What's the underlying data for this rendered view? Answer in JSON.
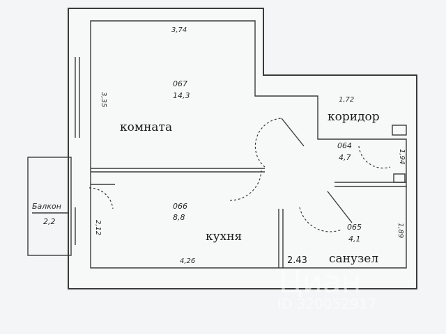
{
  "rooms": {
    "room": {
      "name": "комната",
      "code": "067",
      "area": "14,3"
    },
    "kitchen": {
      "name": "кухня",
      "code": "066",
      "area": "8,8"
    },
    "corridor": {
      "name": "коридор",
      "code": "064",
      "area": "4,7"
    },
    "bathroom": {
      "name": "санузел",
      "code": "065",
      "area": "4,1"
    },
    "balcony": {
      "name": "Балкон",
      "area": "2,2"
    }
  },
  "dimensions": {
    "room_width": "3,74",
    "room_depth": "3,35",
    "corridor_width": "1,72",
    "corridor_depth": "1,94",
    "kitchen_width": "4,26",
    "kitchen_depth": "2,12",
    "bathroom_depth": "1,89",
    "hall_width": "2.43"
  },
  "watermark": {
    "brand": "Циан",
    "id": "ID 320052917"
  }
}
